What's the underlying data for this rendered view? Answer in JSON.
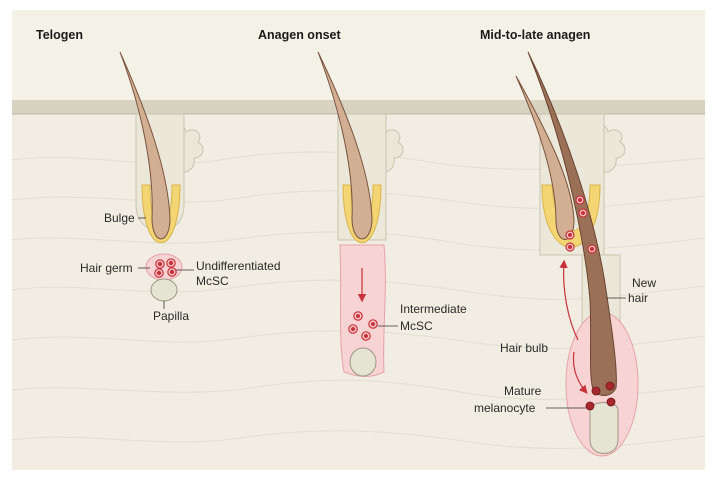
{
  "stages": [
    {
      "title": "Telogen"
    },
    {
      "title": "Anagen onset"
    },
    {
      "title": "Mid-to-late anagen"
    }
  ],
  "labels": {
    "bulge": "Bulge",
    "hair_germ": "Hair germ",
    "undiff_line1": "Undifferentiated",
    "undiff_line2": "McSC",
    "papilla": "Papilla",
    "intermediate_line1": "Intermediate",
    "intermediate_line2": "McSC",
    "new_hair_line1": "New",
    "new_hair_line2": "hair",
    "hair_bulb": "Hair bulb",
    "mature_line1": "Mature",
    "mature_line2": "melanocyte"
  },
  "colors": {
    "panel_bg": "#f4f1e6",
    "skin_surface": "#d8d3c1",
    "skin_line": "#bdb7a3",
    "dermis": "#f1ede2",
    "fiber_line": "#e2ddcf",
    "hair_fill": "#d2ae93",
    "hair_dark": "#9a7057",
    "hair_stroke": "#7a543f",
    "bulge_yellow": "#f4d574",
    "bulge_stroke": "#d9b44a",
    "sheath": "#ece8d9",
    "sheath_stroke": "#c9c3b0",
    "pink": "#f8d3d3",
    "pink_stroke": "#e6a3a6",
    "cell_red": "#c8323a",
    "papilla": "#e5e3d2",
    "arrow_red": "#c8323a"
  }
}
